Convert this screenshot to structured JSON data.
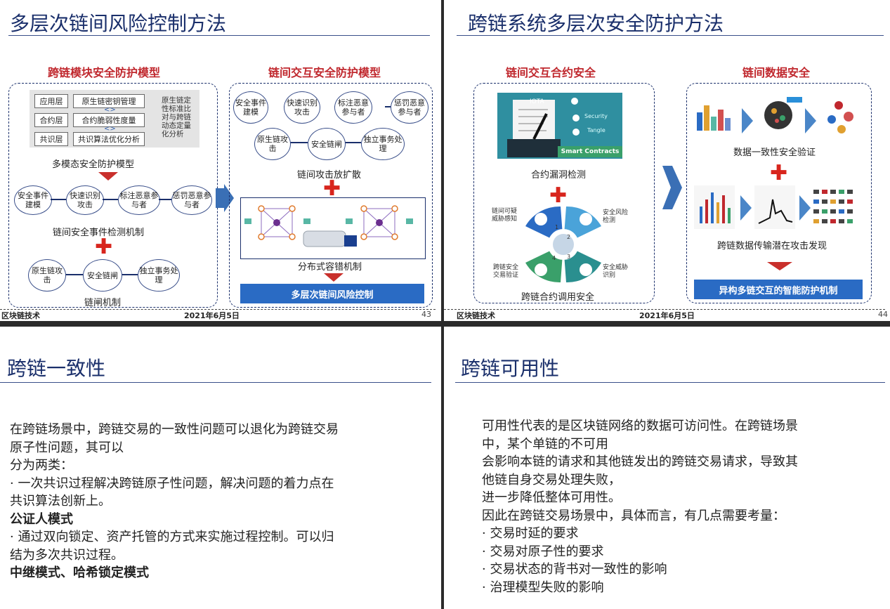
{
  "slides": {
    "s1": {
      "title": "多层次链间风险控制方法",
      "left_heading": "跨链模块安全防护模型",
      "right_heading": "链间交互安全防护模型",
      "layers": [
        {
          "level": "应用层",
          "item": "原生链密钥管理"
        },
        {
          "level": "合约层",
          "item": "合约脆弱性度量"
        },
        {
          "level": "共识层",
          "item": "共识算法优化分析"
        }
      ],
      "side_note": "原生链定性标准比对与跨链动态定量化分析",
      "multimodal_label": "多模态安全防护模型",
      "left_row1": [
        "安全事件建模",
        "快速识别攻击",
        "标注恶意参与者",
        "惩罚恶意参与者"
      ],
      "left_row1_label": "链间安全事件检测机制",
      "left_row2": [
        "原生链攻击",
        "安全链闸",
        "独立事务处理"
      ],
      "left_row2_label": "链闸机制",
      "right_row1": [
        "安全事件建模",
        "快速识别攻击",
        "标注恶意参与者",
        "惩罚恶意参与者"
      ],
      "right_row2": [
        "原生链攻击",
        "安全链闸",
        "独立事务处理"
      ],
      "right_row2_label": "链间攻击放扩散",
      "fault_label": "分布式容错机制",
      "result_bar": "多层次链间风险控制",
      "footer_left": "区块链技术",
      "footer_date": "2021年6月5日",
      "page": "43"
    },
    "s2": {
      "title": "跨链系统多层次安全防护方法",
      "left_heading": "链间交互合约安全",
      "right_heading": "链间数据安全",
      "contract_image_text": "Smart Contracts",
      "contract_chips": [
        "IOTA",
        "Security",
        "Tangle"
      ],
      "vuln_label": "合约漏洞检测",
      "quad_labels": [
        "链间可疑威胁感知",
        "安全风险检测",
        "跨链安全交易验证",
        "安全威胁识别"
      ],
      "quad_numbers": [
        "1",
        "2",
        "3",
        "4"
      ],
      "call_label": "跨链合约调用安全",
      "consistency_label": "数据一致性安全验证",
      "transfer_label": "跨链数据传输潜在攻击发现",
      "result_bar": "异构多链交互的智能防护机制",
      "footer_left": "区块链技术",
      "footer_date": "2021年6月5日",
      "page": "44"
    },
    "s3": {
      "title": "跨链一致性",
      "lines": [
        {
          "text": "在跨链场景中，跨链交易的一致性问题可以退化为跨链交易",
          "bold": false
        },
        {
          "text": "原子性问题，其可以",
          "bold": false
        },
        {
          "text": "分为两类：",
          "bold": false
        },
        {
          "text": "· 一次共识过程解决跨链原子性问题，解决问题的着力点在",
          "bold": false
        },
        {
          "text": "共识算法创新上。",
          "bold": false
        },
        {
          "text": "公证人模式",
          "bold": true
        },
        {
          "text": "· 通过双向锁定、资产托管的方式来实施过程控制。可以归",
          "bold": false
        },
        {
          "text": "结为多次共识过程。",
          "bold": false
        },
        {
          "text": "中继模式、哈希锁定模式",
          "bold": true
        }
      ]
    },
    "s4": {
      "title": "跨链可用性",
      "lines": [
        "可用性代表的是区块链网络的数据可访问性。在跨链场景",
        "中，某个单链的不可用",
        "会影响本链的请求和其他链发出的跨链交易请求，导致其",
        "他链自身交易处理失败，",
        "进一步降低整体可用性。",
        "因此在跨链交易场景中，具体而言，有几点需要考量：",
        "· 交易时延的要求",
        "· 交易对原子性的要求",
        "· 交易状态的背书对一致性的影响",
        "· 治理模型失败的影响"
      ]
    }
  },
  "colors": {
    "title": "#1a2f6b",
    "heading_red": "#c0282e",
    "accent_blue": "#2a6bc4",
    "plus_red": "#d8251d"
  }
}
